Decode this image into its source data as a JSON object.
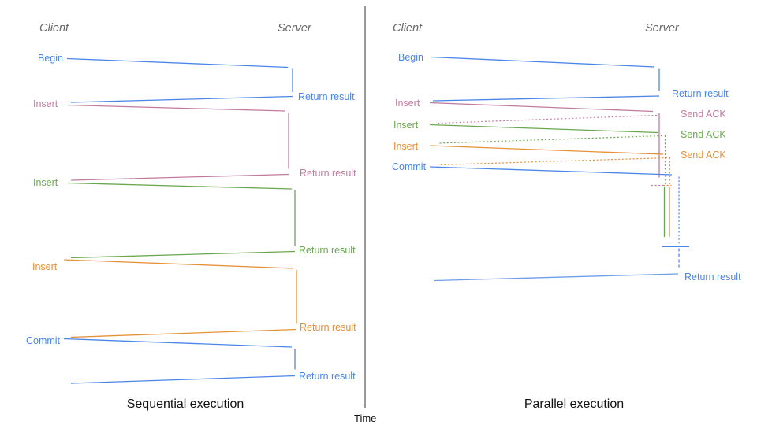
{
  "palette": {
    "blue": "#4a86e8",
    "light_blue": "#6d9eeb",
    "pink": "#c27ba0",
    "green": "#6aa84f",
    "orange": "#e69138",
    "axis_gray": "#555555",
    "header_gray": "#666666",
    "title_black": "#111111"
  },
  "time_axis": {
    "label": "Time"
  },
  "sequential": {
    "title": "Sequential execution",
    "client": "Client",
    "server": "Server",
    "messages": [
      {
        "request": "Begin",
        "response": "Return result"
      },
      {
        "request": "Insert",
        "response": "Return result"
      },
      {
        "request": "Insert",
        "response": "Return result"
      },
      {
        "request": "Insert",
        "response": "Return result"
      },
      {
        "request": "Commit",
        "response": "Return result"
      }
    ]
  },
  "parallel": {
    "title": "Parallel execution",
    "client": "Client",
    "server": "Server",
    "messages": [
      {
        "request": "Begin",
        "response": "Return result"
      },
      {
        "request": "Insert",
        "response": "Send ACK"
      },
      {
        "request": "Insert",
        "response": "Send ACK"
      },
      {
        "request": "Insert",
        "response": "Send ACK"
      },
      {
        "request": "Commit",
        "response": "Return result"
      }
    ]
  }
}
